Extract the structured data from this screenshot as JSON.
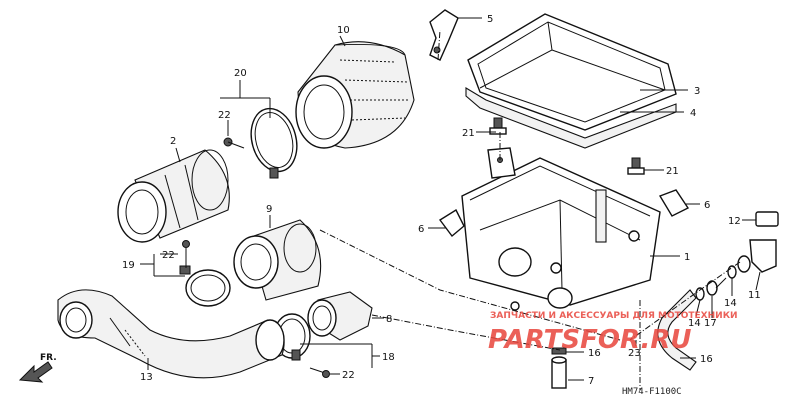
{
  "diagram": {
    "callouts": [
      {
        "id": "c10",
        "text": "10"
      },
      {
        "id": "c5",
        "text": "5"
      },
      {
        "id": "c20",
        "text": "20"
      },
      {
        "id": "c3",
        "text": "3"
      },
      {
        "id": "c4",
        "text": "4"
      },
      {
        "id": "c22a",
        "text": "22"
      },
      {
        "id": "c2",
        "text": "2"
      },
      {
        "id": "c21a",
        "text": "21"
      },
      {
        "id": "c21b",
        "text": "21"
      },
      {
        "id": "c9",
        "text": "9"
      },
      {
        "id": "c6a",
        "text": "6"
      },
      {
        "id": "c6b",
        "text": "6"
      },
      {
        "id": "c12",
        "text": "12"
      },
      {
        "id": "c22b",
        "text": "22"
      },
      {
        "id": "c19",
        "text": "19"
      },
      {
        "id": "c1",
        "text": "1"
      },
      {
        "id": "c14a",
        "text": "14"
      },
      {
        "id": "c11",
        "text": "11"
      },
      {
        "id": "c14b",
        "text": "14"
      },
      {
        "id": "c17",
        "text": "17"
      },
      {
        "id": "c8",
        "text": "8"
      },
      {
        "id": "c16a",
        "text": "16"
      },
      {
        "id": "c23",
        "text": "23"
      },
      {
        "id": "c16b",
        "text": "16"
      },
      {
        "id": "c18",
        "text": "18"
      },
      {
        "id": "c13",
        "text": "13"
      },
      {
        "id": "c22c",
        "text": "22"
      },
      {
        "id": "c7",
        "text": "7"
      }
    ],
    "direction_marker": "FR.",
    "diagram_code": "HM74-F1100C",
    "watermark": {
      "line1": "ЗАПЧАСТИ И АКСЕССУАРЫ ДЛЯ МОТОТЕХНИКИ",
      "brand_main": "PARTSFOR",
      "brand_suffix": ".RU",
      "color": "#e8453c"
    }
  }
}
